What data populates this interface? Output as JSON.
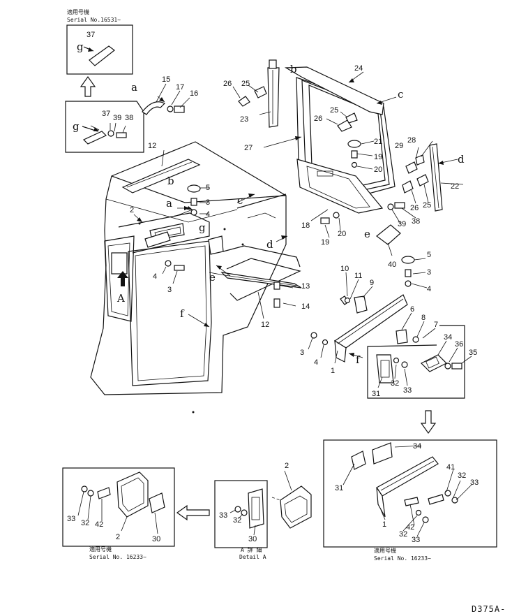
{
  "drawing_code": "D375A-",
  "captions": {
    "top_box_jp": "適用号機",
    "top_box_serial": "Serial No.16531~",
    "right_box_jp": "適用号機",
    "right_box_serial": "Serial No. 16233~",
    "left_box_jp": "適用号機",
    "left_box_serial": "Serial No. 16233~",
    "detail_jp": "A 詳 細",
    "detail_en": "Detail A"
  },
  "view_letter": "A",
  "part_numbers": [
    "1",
    "2",
    "3",
    "4",
    "5",
    "6",
    "7",
    "8",
    "9",
    "10",
    "11",
    "12",
    "13",
    "14",
    "15",
    "16",
    "17",
    "18",
    "19",
    "20",
    "21",
    "22",
    "23",
    "24",
    "25",
    "26",
    "27",
    "28",
    "29",
    "30",
    "31",
    "32",
    "33",
    "34",
    "35",
    "36",
    "37",
    "38",
    "39",
    "40",
    "41",
    "42"
  ],
  "reference_letters": [
    "a",
    "b",
    "c",
    "d",
    "e",
    "f",
    "g"
  ]
}
